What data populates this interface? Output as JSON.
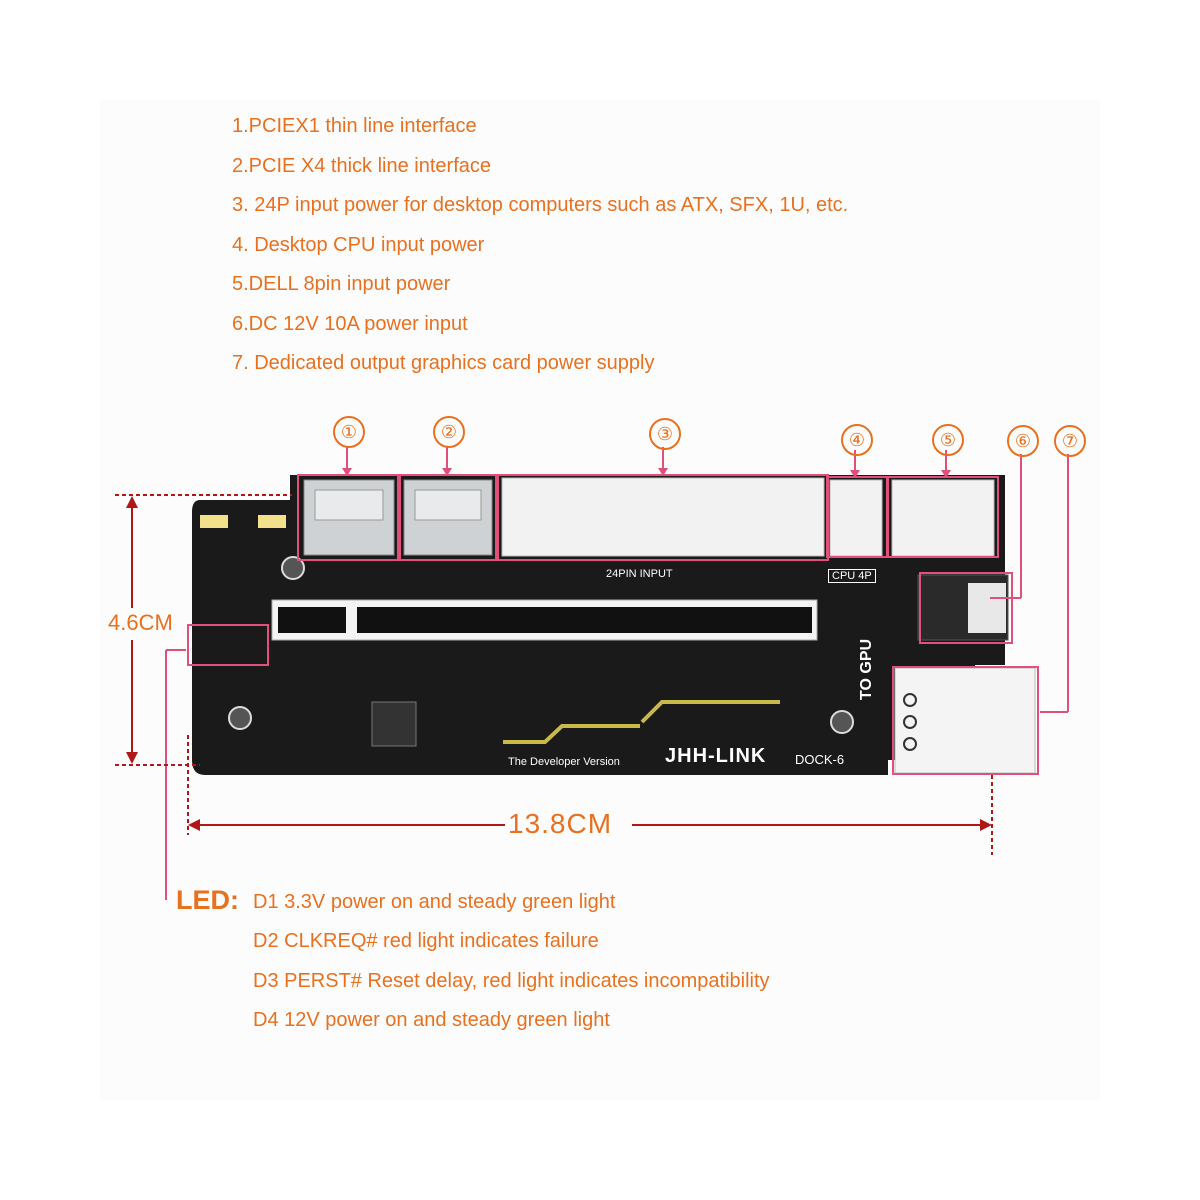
{
  "features": [
    "1.PCIEX1 thin line interface",
    "2.PCIE X4 thick line  interface",
    "3. 24P input power for desktop computers such as ATX, SFX, 1U, etc.",
    "4. Desktop CPU input power",
    "5.DELL 8pin input power",
    "6.DC 12V 10A power input",
    "7. Dedicated output graphics card power supply"
  ],
  "callouts": [
    "①",
    "②",
    "③",
    "④",
    "⑤",
    "⑥",
    "⑦"
  ],
  "dimensions": {
    "height": "4.6CM",
    "width": "13.8CM"
  },
  "board": {
    "brand": "JHH-LINK",
    "model": "DOCK-6",
    "version": "The Developer Version",
    "silk_24pin": "24PIN INPUT",
    "silk_cpu": "CPU 4P",
    "silk_to_gpu": "TO GPU"
  },
  "led": {
    "title": "LED:",
    "lines": [
      "D1 3.3V power on and steady green light",
      "D2 CLKREQ# red light indicates failure",
      "D3 PERST# Reset delay, red light indicates incompatibility",
      "D4 12V power on and steady green light"
    ]
  },
  "colors": {
    "accent": "#e8701e",
    "marker": "#e0507a",
    "pcb": "#1a1a1a",
    "dimension_line": "#b01818"
  }
}
